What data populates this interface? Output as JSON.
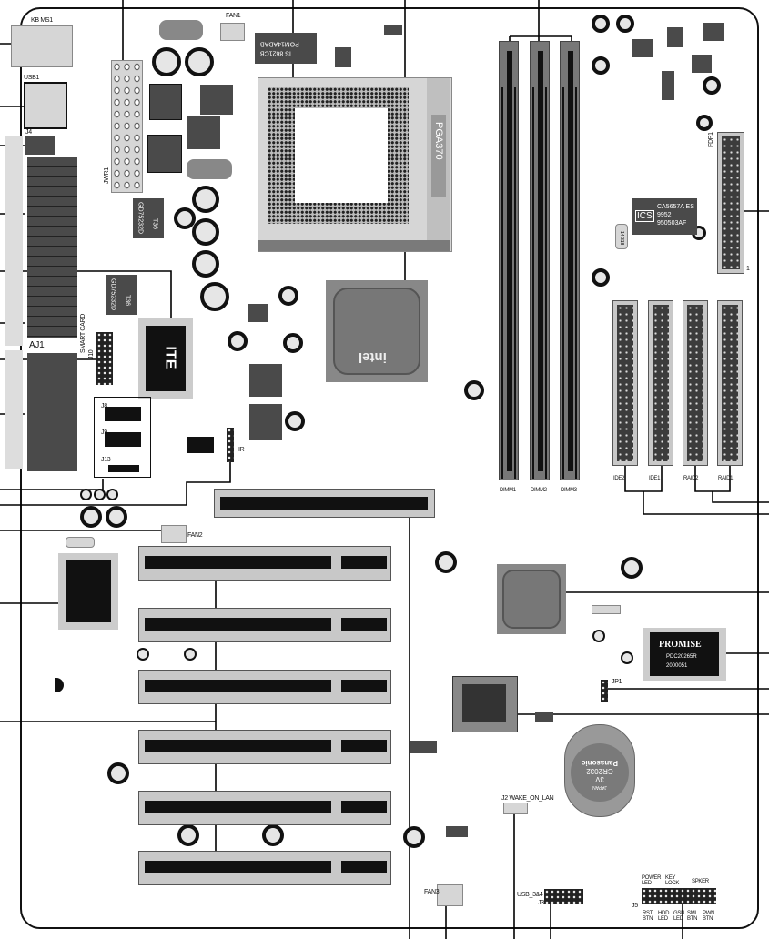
{
  "labels": {
    "kb_ms": "KB MS1",
    "usb1": "USB1",
    "j4": "J4",
    "jwr1": "JWR1",
    "fan1": "FAN1",
    "aj1": "AJ1",
    "smart_card": "SMART CARD",
    "j10": "J10",
    "j8": "J8",
    "j9": "J9",
    "j13": "J13",
    "ir": "IR",
    "fan2": "FAN2",
    "fan3": "FAN3",
    "dimm1": "DIMM1",
    "dimm2": "DIMM2",
    "dimm3": "DIMM3",
    "fdp1": "FDP1",
    "ide2": "IDE2",
    "ide1": "IDE1",
    "raid2": "RAID2",
    "raid1": "RAID1",
    "jp1": "JP1",
    "j2_wol": "J2   WAKE_ON_LAN",
    "usb34": "USB_3&4",
    "j3": "J3",
    "j5": "J5",
    "power_led": "POWER LED",
    "key_lock": "KEY LOCK",
    "spker": "SPKER",
    "rst_btn": "RST BTN",
    "hdd_led": "HDD LED",
    "gsn_led": "GSN LED",
    "smi_btn": "SMI BTN",
    "pwn_btn": "PWN BTN",
    "pin_one": "1"
  },
  "chips": {
    "socket": "PGA370",
    "northbridge": "intel",
    "ite": "ITE",
    "clock": [
      "CA5657A   ES",
      "9952",
      "950503AF"
    ],
    "clock_logo": "ICS",
    "promise": [
      "PROMISE",
      "PDC20265R",
      "2000051"
    ],
    "battery": [
      "Panasonic",
      "CR2032",
      "3V",
      "JAPAN"
    ],
    "gd1": [
      "GD75232D",
      "T36"
    ],
    "gd2": [
      "GD75232D",
      "T36"
    ],
    "bios_chip": [
      "IS 8621CB",
      "POM14ADAB"
    ],
    "crystal": "14.318"
  }
}
